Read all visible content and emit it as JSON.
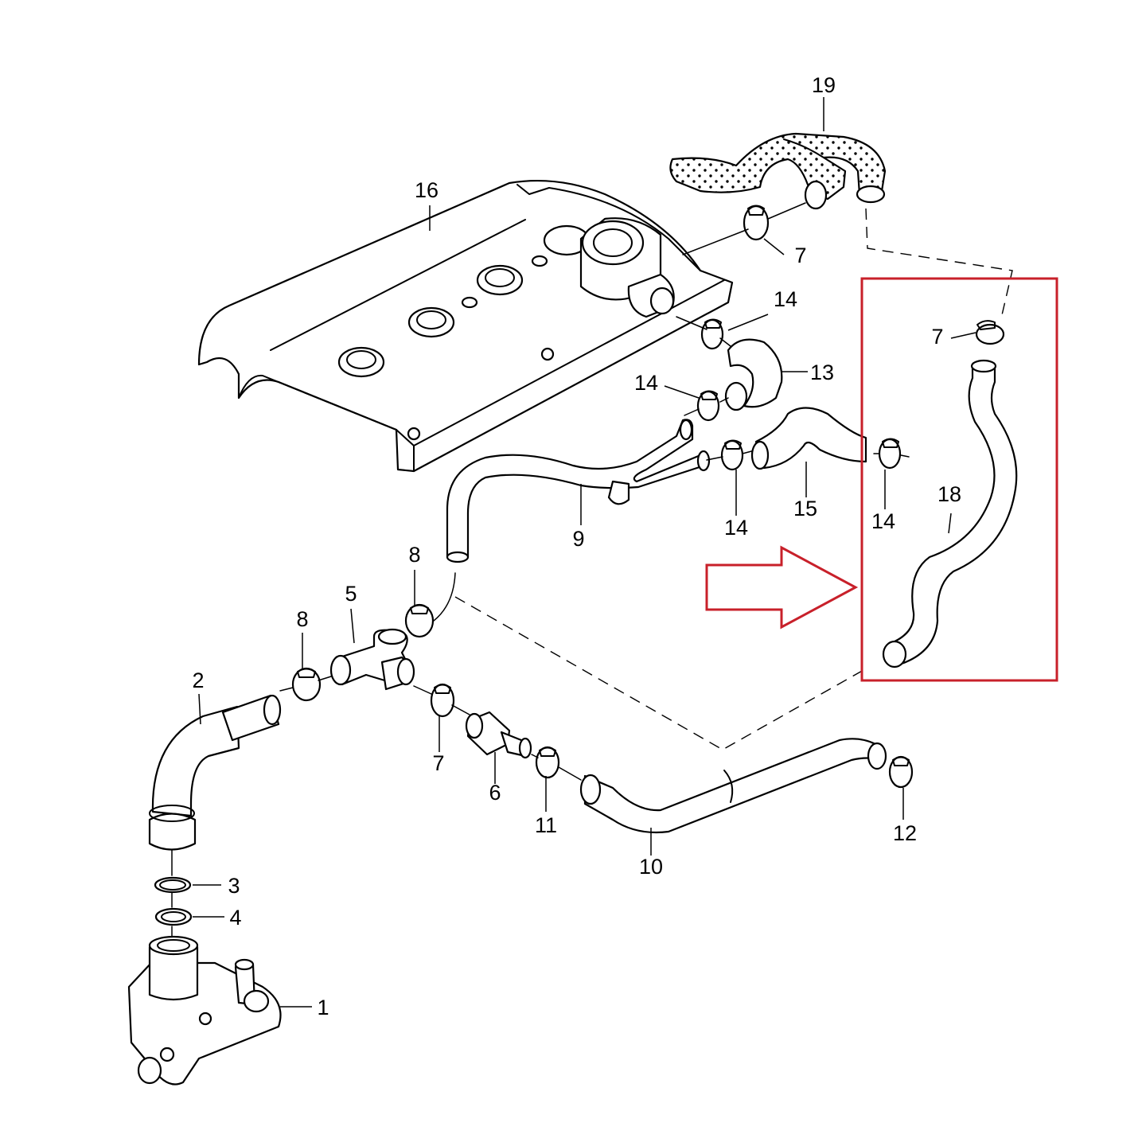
{
  "diagram": {
    "labels": {
      "p1": "1",
      "p2": "2",
      "p3": "3",
      "p4": "4",
      "p5": "5",
      "p6": "6",
      "p7a": "7",
      "p7b": "7",
      "p7c": "7",
      "p8a": "8",
      "p8b": "8",
      "p9": "9",
      "p10": "10",
      "p11": "11",
      "p12": "12",
      "p13": "13",
      "p14a": "14",
      "p14b": "14",
      "p14c": "14",
      "p14d": "14",
      "p15": "15",
      "p16": "16",
      "p18": "18",
      "p19": "19"
    },
    "highlight": {
      "part": "18",
      "color": "#c8202a"
    },
    "line_color": "#000000",
    "background": "#ffffff"
  }
}
